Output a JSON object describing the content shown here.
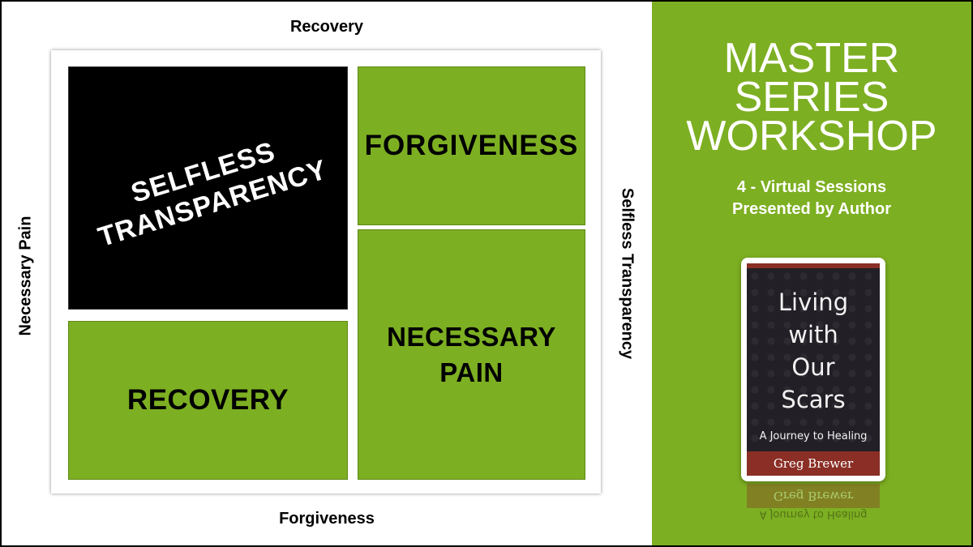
{
  "axes": {
    "top": "Recovery",
    "bottom": "Forgiveness",
    "left": "Necessary Pain",
    "right": "Selfless Transparency"
  },
  "quadrants": {
    "selfless_line1": "SELFLESS",
    "selfless_line2": "TRANSPARENCY",
    "forgiveness": "FORGIVENESS",
    "recovery": "RECOVERY",
    "pain_line1": "NECESSARY",
    "pain_line2": "PAIN"
  },
  "workshop": {
    "title_line1": "MASTER",
    "title_line2": "SERIES",
    "title_line3": "WORKSHOP",
    "sessions": "4 - Virtual Sessions",
    "presenter": "Presented by Author"
  },
  "book": {
    "title_line1": "Living",
    "title_line2": "with",
    "title_line3": "Our",
    "title_line4": "Scars",
    "subtitle": "A Journey to Healing",
    "author": "Greg Brewer"
  },
  "colors": {
    "green": "#7daf22",
    "black": "#000000",
    "book_red": "#8a2e26",
    "book_dark": "#231f26"
  }
}
